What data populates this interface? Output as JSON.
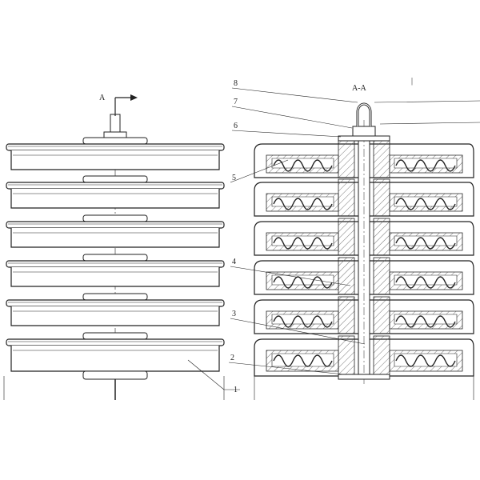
{
  "drawing": {
    "section_marker": "A",
    "section_title": "A-A",
    "top_mark": "|",
    "stack_count": 6,
    "callouts": [
      {
        "id": "c8",
        "label": "8",
        "part": "lifting-eye"
      },
      {
        "id": "c7",
        "label": "7",
        "part": "nut"
      },
      {
        "id": "c6",
        "label": "6",
        "part": "top-washer-plate"
      },
      {
        "id": "c5",
        "label": "5",
        "part": "tray-wall"
      },
      {
        "id": "c4",
        "label": "4",
        "part": "spacer-block"
      },
      {
        "id": "c3",
        "label": "3",
        "part": "center-rod"
      },
      {
        "id": "c2",
        "label": "2",
        "part": "bottom-plate"
      },
      {
        "id": "c1",
        "label": "1",
        "part": "bottom-tray"
      }
    ],
    "colors": {
      "line": "#222222",
      "hatch": "#555555",
      "fill": "#ffffff"
    }
  }
}
